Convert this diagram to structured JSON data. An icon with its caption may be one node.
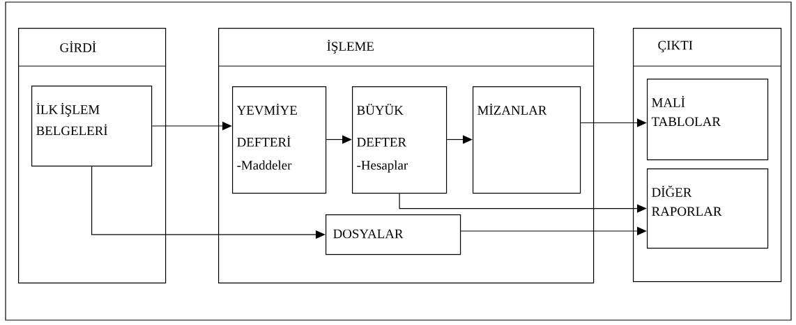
{
  "diagram": {
    "nodes": [
      {
        "text": [
          "GİRDİ"
        ]
      },
      {
        "text": [
          "İLK İŞLEM BELGELERİ"
        ],
        "in": 0
      },
      {
        "text": [
          "İŞLEME"
        ]
      },
      {
        "text": [
          "YEVMİYE DEFTERİ",
          "-Maddeler"
        ],
        "in": 2
      },
      {
        "text": [
          "BÜYÜK DEFTER",
          "-Hesaplar"
        ],
        "in": 2
      },
      {
        "text": [
          "MİZANLAR"
        ],
        "in": 2
      },
      {
        "text": [
          "DOSYALAR"
        ],
        "in": 2
      },
      {
        "text": [
          "ÇIKTI"
        ]
      },
      {
        "text": [
          "MALİ TABLOLAR"
        ],
        "in": 7
      },
      {
        "text": [
          "DİĞER RAPORLAR"
        ],
        "in": 7
      }
    ],
    "edges": [
      {
        "from": 1,
        "to": 3,
        "arrow": "to"
      },
      {
        "from": 3,
        "to": 4,
        "arrow": "to"
      },
      {
        "from": 4,
        "to": 5,
        "arrow": "to"
      },
      {
        "from": 5,
        "to": 8,
        "arrow": "to"
      },
      {
        "from": 4,
        "to": 9,
        "arrow": "to"
      },
      {
        "from": 1,
        "to": 6,
        "arrow": "to"
      },
      {
        "from": 6,
        "to": 9,
        "arrow": "to"
      }
    ]
  }
}
